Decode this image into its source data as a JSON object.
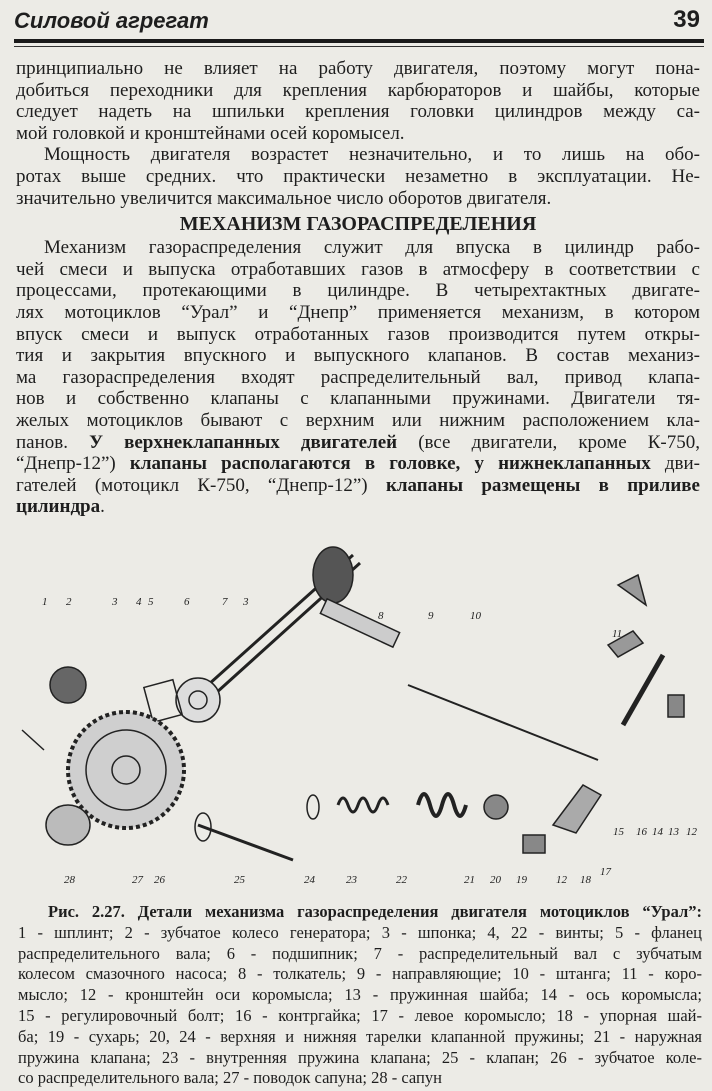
{
  "header": {
    "section_title": "Силовой агрегат",
    "page_number": "39"
  },
  "body": {
    "para1": [
      [
        {
          "t": "принципиально не влияет на работу двигателя, поэтому могут пона-"
        }
      ],
      [
        {
          "t": "добиться переходники для крепления карбюраторов и шайбы, которые"
        }
      ],
      [
        {
          "t": "следует надеть на шпильки крепления головки цилиндров между са-"
        }
      ],
      [
        {
          "t": "мой головкой и кронштейнами осей коромысел."
        }
      ]
    ],
    "para2": [
      [
        {
          "t": "Мощность двигателя возрастет незначительно, и то лишь на обо-"
        }
      ],
      [
        {
          "t": "ротах выше средних. что практически незаметно в эксплуатации. Не-"
        }
      ],
      [
        {
          "t": "значительно увеличится максимальное число оборотов двигателя."
        }
      ]
    ],
    "heading": "МЕХАНИЗМ ГАЗОРАСПРЕДЕЛЕНИЯ",
    "para3": [
      [
        {
          "t": "Механизм газораспределения служит для впуска в цилиндр рабо-"
        }
      ],
      [
        {
          "t": "чей смеси и выпуска отработавших газов в атмосферу в соответствии с"
        }
      ],
      [
        {
          "t": "процессами, протекающими в цилиндре. В четырехтактных двигате-"
        }
      ],
      [
        {
          "t": "лях мотоциклов “Урал” и “Днепр” применяется механизм, в котором"
        }
      ],
      [
        {
          "t": "впуск смеси и выпуск отработанных газов производится путем откры-"
        }
      ],
      [
        {
          "t": "тия и закрытия впускного и выпускного клапанов. В состав механиз-"
        }
      ],
      [
        {
          "t": "ма газораспределения входят распределительный вал, привод клапа-"
        }
      ],
      [
        {
          "t": "нов и собственно клапаны с клапанными пружинами. Двигатели тя-"
        }
      ],
      [
        {
          "t": "желых мотоциклов бывают с верхним или нижним расположением кла-"
        }
      ],
      [
        {
          "t": "панов. "
        },
        {
          "t": "У верхнеклапанных двигателей",
          "b": true
        },
        {
          "t": " (все двигатели, кроме К-750,"
        }
      ],
      [
        {
          "t": "“Днепр-12”) "
        },
        {
          "t": "клапаны располагаются в головке, у нижнеклапанных",
          "b": true
        },
        {
          "t": " дви-"
        }
      ],
      [
        {
          "t": "гателей (мотоцикл К-750, “Днепр-12”) "
        },
        {
          "t": "клапаны размещены в приливе",
          "b": true
        }
      ],
      [
        {
          "t": "цилиндра",
          "b": true
        },
        {
          "t": "."
        }
      ]
    ]
  },
  "figure": {
    "labels": [
      "1",
      "2",
      "3",
      "4",
      "5",
      "6",
      "7",
      "3",
      "8",
      "9",
      "10",
      "11",
      "12",
      "13",
      "14",
      "15",
      "16",
      "17",
      "12",
      "18",
      "19",
      "20",
      "21",
      "22",
      "23",
      "24",
      "25",
      "26",
      "27",
      "28"
    ]
  },
  "caption": {
    "lines": [
      [
        {
          "t": "Рис. 2.27. Детали механизма газораспределения двигателя мотоциклов “Урал”:",
          "b": true
        }
      ],
      [
        {
          "t": "1 - шплинт; 2 - зубчатое колесо генератора; 3 - шпонка; 4, 22 - винты; 5 - фланец"
        }
      ],
      [
        {
          "t": "распределительного вала; 6 - подшипник; 7 - распределительный вал с зубчатым"
        }
      ],
      [
        {
          "t": "колесом смазочного насоса; 8 - толкатель; 9 - направляющие; 10 - штанга; 11 - коро-"
        }
      ],
      [
        {
          "t": "мысло; 12 - кронштейн оси коромысла; 13 - пружинная шайба; 14 - ось коромысла;"
        }
      ],
      [
        {
          "t": "15 - регулировочный болт; 16 - контргайка; 17 - левое коромысло; 18 - упорная шай-"
        }
      ],
      [
        {
          "t": "ба; 19 - сухарь; 20, 24 - верхняя и нижняя тарелки клапанной пружины; 21 - наружная"
        }
      ],
      [
        {
          "t": "пружина клапана; 23 - внутренняя пружина клапана; 25 - клапан; 26 - зубчатое коле-"
        }
      ],
      [
        {
          "t": "со распределительного вала; 27 - поводок сапуна; 28 - сапун"
        }
      ]
    ]
  }
}
